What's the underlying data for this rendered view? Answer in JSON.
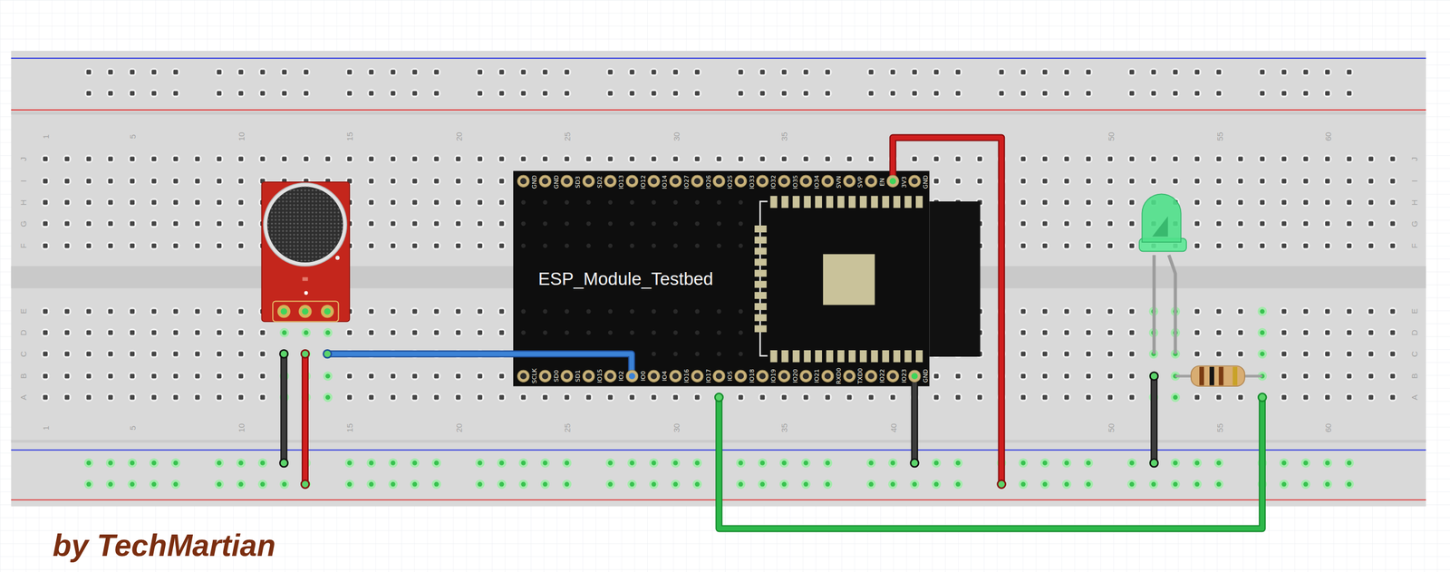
{
  "diagram": {
    "nodes": [
      {
        "text": [
          "ESP_Module_Testbed"
        ]
      }
    ],
    "labels": [
      "J",
      "I",
      "H",
      "G",
      "F",
      "E",
      "D",
      "C",
      "B",
      "A",
      "J",
      "I",
      "H",
      "G",
      "F",
      "E",
      "D",
      "C",
      "B",
      "A",
      "1",
      "5",
      "10",
      "15",
      "20",
      "25",
      "30",
      "35",
      "50",
      "55",
      "60",
      "1",
      "5",
      "10",
      "15",
      "20",
      "25",
      "30",
      "35",
      "40",
      "50",
      "55",
      "60",
      "GND",
      "GND",
      "SD3",
      "SD2",
      "IO13",
      "IO12",
      "IO14",
      "IO27",
      "IO26",
      "IO25",
      "IO33",
      "IO32",
      "IO35",
      "IO34",
      "SVN",
      "SVP",
      "EN",
      "3V3",
      "GND",
      "SCLK",
      "SD0",
      "SD1",
      "IO15",
      "IO2",
      "IO0",
      "IO4",
      "IO16",
      "IO17",
      "IO5",
      "IO18",
      "IO19",
      "IO20",
      "IO21",
      "RXD0",
      "TXD0",
      "IO22",
      "IO23",
      "GND",
      "by TechMartian"
    ]
  }
}
